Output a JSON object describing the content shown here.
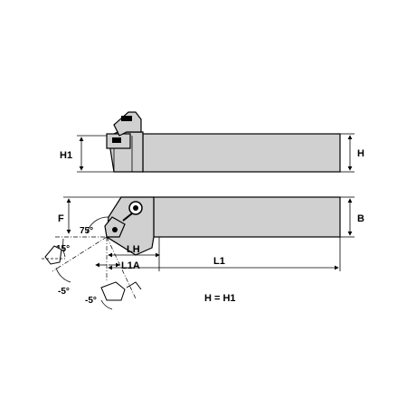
{
  "labels": {
    "h1": "H1",
    "h": "H",
    "f": "F",
    "b": "B",
    "angle_75": "75°",
    "angle_15": "15°",
    "angle_neg5_a": "-5°",
    "angle_neg5_b": "-5°",
    "lh": "LH",
    "l1a": "L1A",
    "l1": "L1",
    "equation": "H = H1"
  },
  "colors": {
    "body_fill": "#d0d0d0",
    "outline": "#000000"
  }
}
